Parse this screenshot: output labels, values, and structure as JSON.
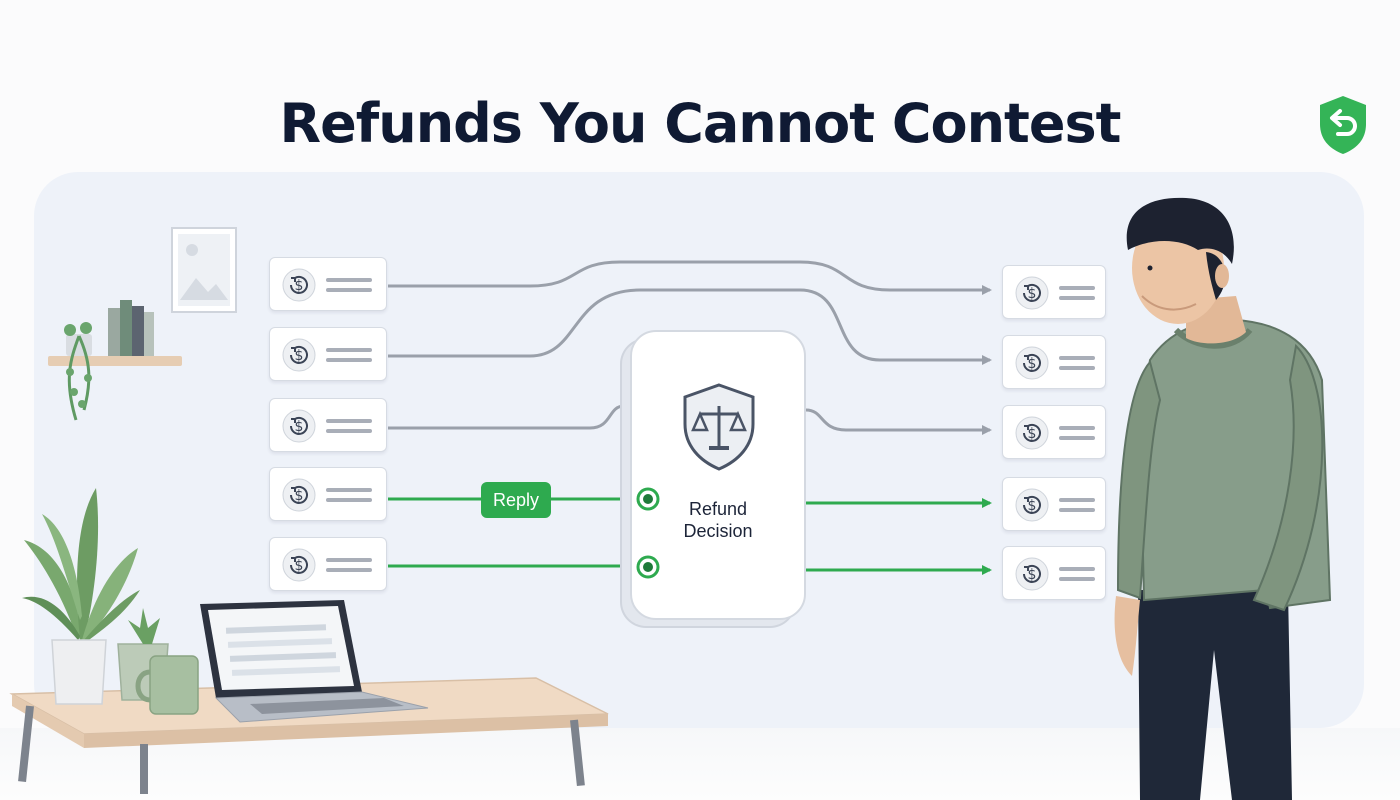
{
  "title": "Refunds You Cannot Contest",
  "decision_box": {
    "label_line1": "Refund",
    "label_line2": "Decision",
    "icon": "scales-of-justice-shield-icon"
  },
  "reply_badge": {
    "label": "Reply"
  },
  "logo": {
    "icon": "green-shield-undo-icon"
  },
  "refund_item_icon": "refund-dollar-icon",
  "colors": {
    "accent_green": "#2eaa4f",
    "arrow_gray": "#9aa0aa",
    "title": "#0f1a33",
    "panel": "#eef2f9"
  },
  "left_items_count_visible": 5,
  "right_items_count_visible": 5
}
